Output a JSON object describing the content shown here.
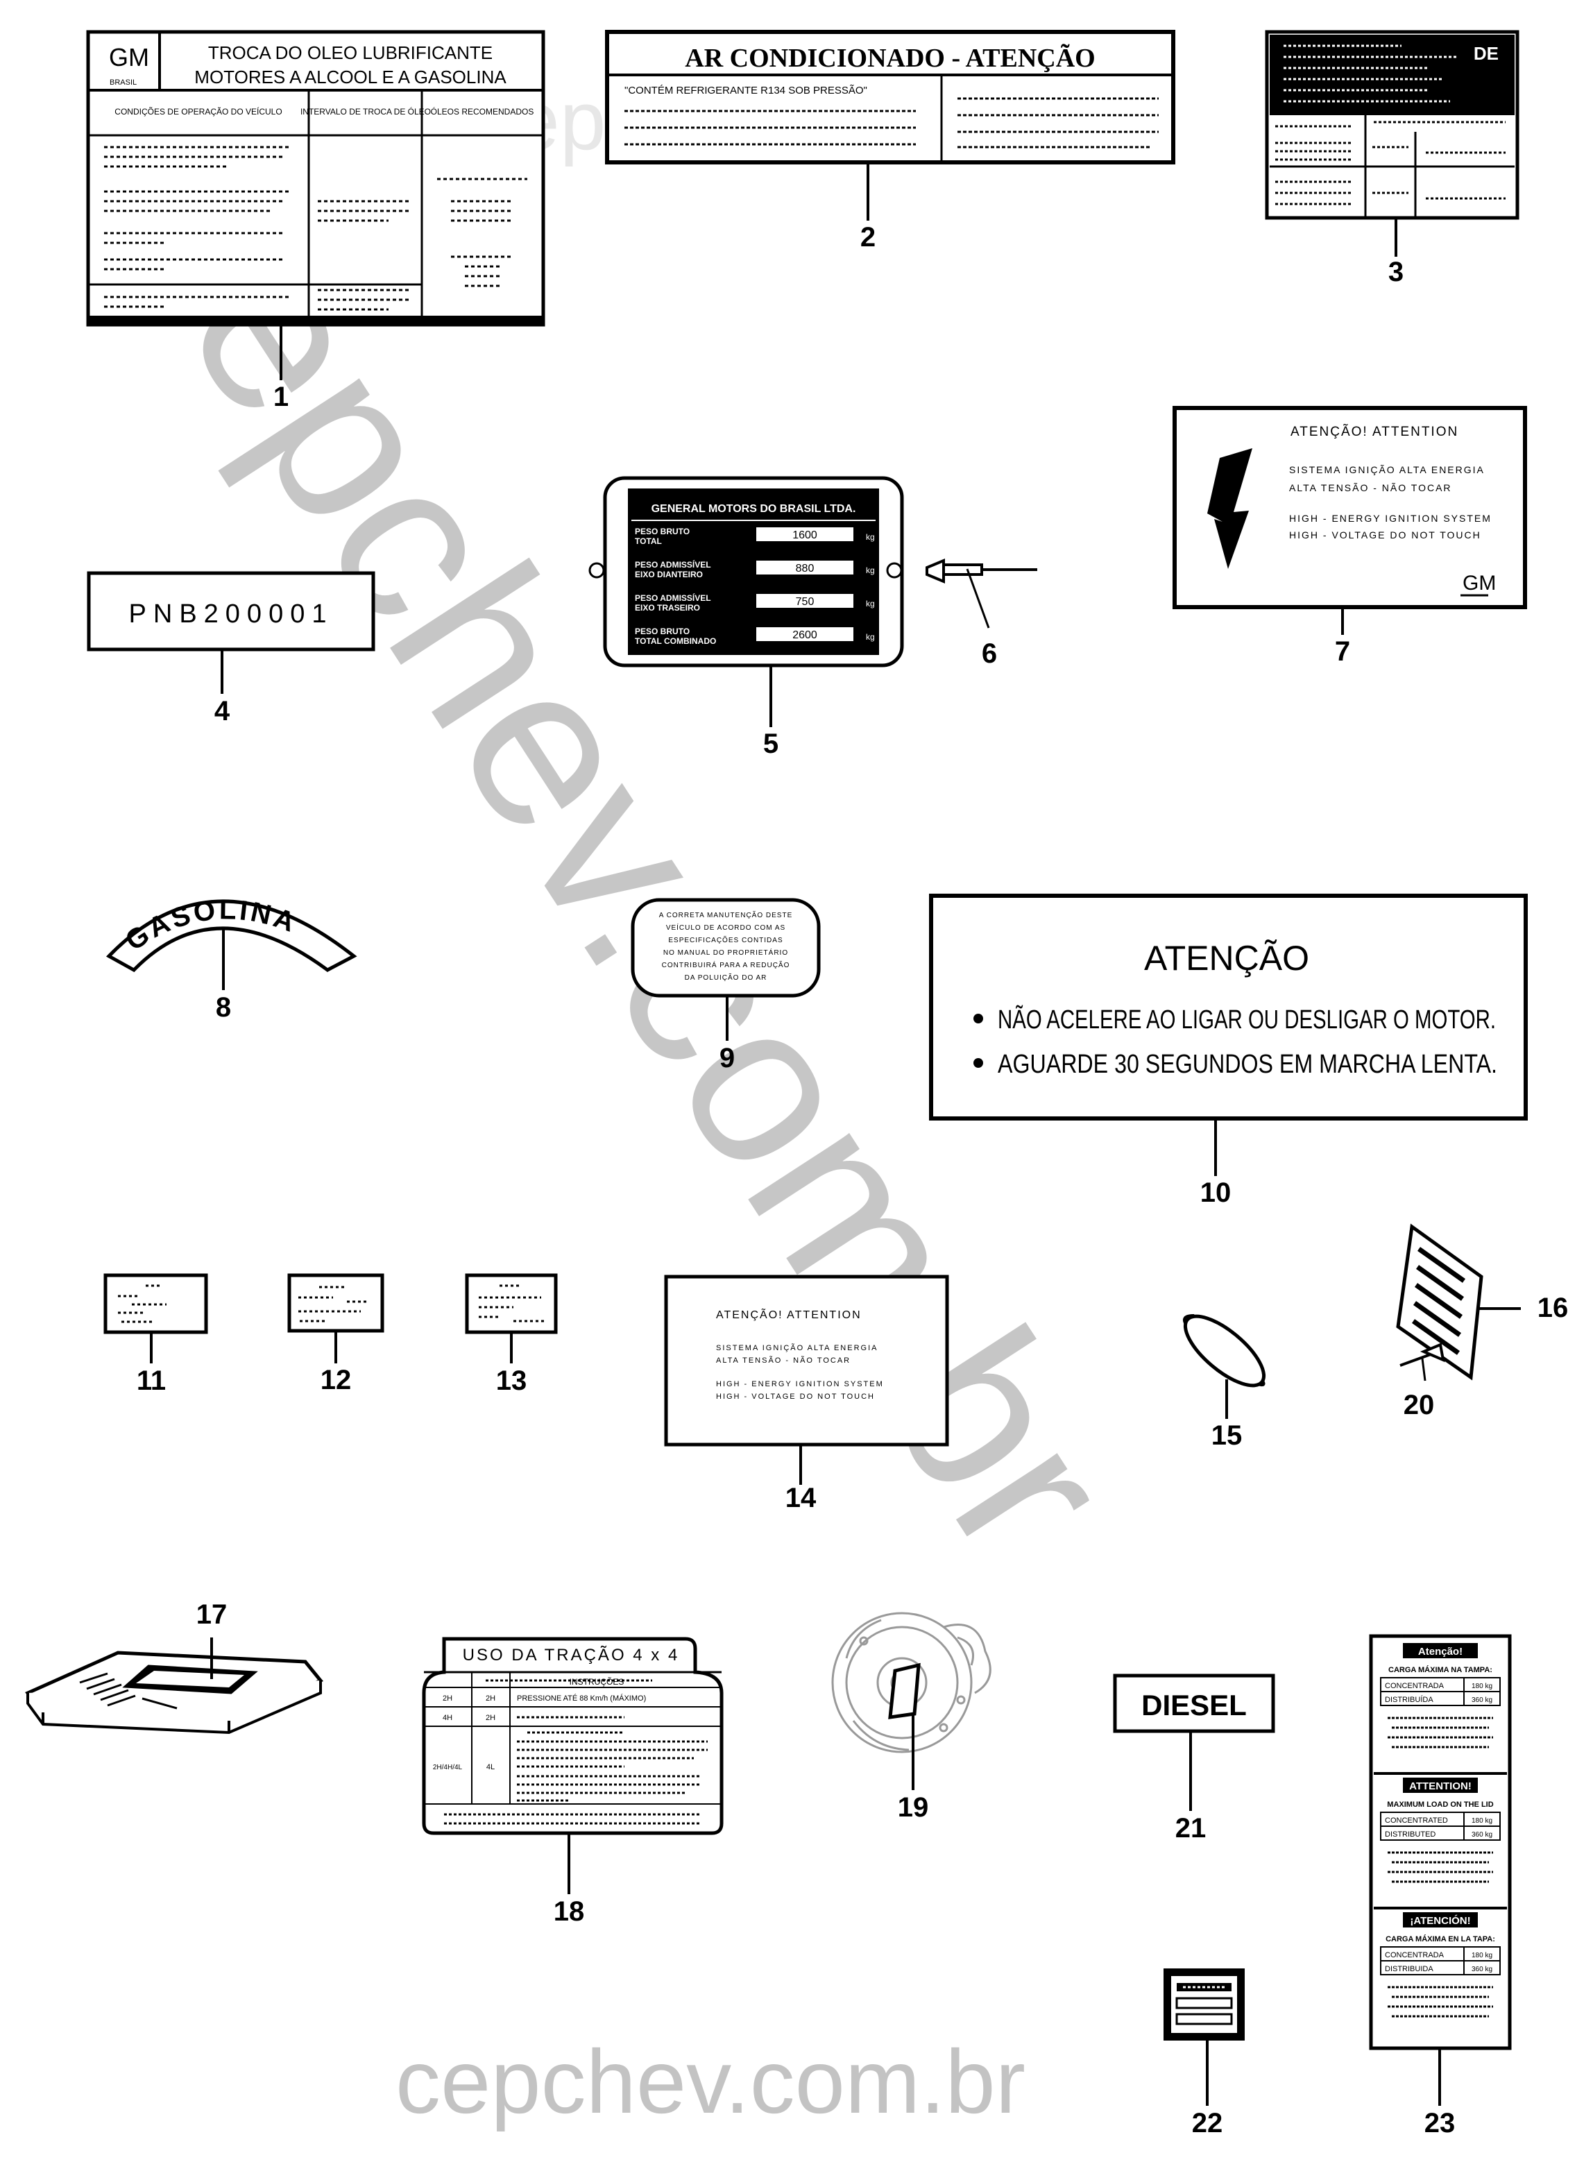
{
  "watermark": {
    "diagonal": "cepchev.com.br",
    "footer": "cepchev.com.br",
    "header": "cepchev.com.br"
  },
  "callouts": [
    "1",
    "2",
    "3",
    "4",
    "5",
    "6",
    "7",
    "8",
    "9",
    "10",
    "11",
    "12",
    "13",
    "14",
    "15",
    "16",
    "17",
    "18",
    "19",
    "20",
    "21",
    "22",
    "23"
  ],
  "label1": {
    "brand": "GM",
    "brand_sub": "BRASIL",
    "title_line1": "TROCA DO OLEO LUBRIFICANTE",
    "title_line2": "MOTORES A ALCOOL E A GASOLINA",
    "col1": "CONDIÇÕES DE OPERAÇÃO DO VEÍCULO",
    "col2": "INTERVALO DE TROCA DE ÓLEO",
    "col3": "ÓLEOS RECOMENDADOS"
  },
  "label2": {
    "title": "AR CONDICIONADO - ATENÇÃO",
    "line1": "\"CONTÉM REFRIGERANTE R134 SOB PRESSÃO\""
  },
  "label3": {
    "tag": "DE"
  },
  "label4": {
    "code": "PNB200001"
  },
  "label5": {
    "company": "GENERAL MOTORS DO BRASIL LTDA.",
    "rows": [
      {
        "label": "PESO BRUTO TOTAL",
        "value": "1600",
        "unit": "kg"
      },
      {
        "label": "PESO ADMISSÍVEL EIXO DIANTEIRO",
        "value": "880",
        "unit": "kg"
      },
      {
        "label": "PESO ADMISSÍVEL EIXO TRASEIRO",
        "value": "750",
        "unit": "kg"
      },
      {
        "label": "PESO BRUTO TOTAL COMBINADO",
        "value": "2600",
        "unit": "kg"
      }
    ]
  },
  "label7": {
    "title": "ATENÇÃO! ATTENTION",
    "line1": "SISTEMA IGNIÇÃO ALTA ENERGIA",
    "line2": "ALTA TENSÃO - NÃO TOCAR",
    "line3": "HIGH - ENERGY IGNITION SYSTEM",
    "line4": "HIGH - VOLTAGE DO NOT TOUCH",
    "brand": "GM"
  },
  "label8": {
    "text": "GASOLINA"
  },
  "label9": {
    "lines": [
      "A CORRETA MANUTENÇÃO DESTE",
      "VEÍCULO DE ACORDO COM AS",
      "ESPECIFICAÇÕES CONTIDAS",
      "NO MANUAL DO PROPRIETÁRIO",
      "CONTRIBUIRÁ PARA A REDUÇÃO",
      "DA POLUIÇÃO DO AR"
    ]
  },
  "label10": {
    "title": "ATENÇÃO",
    "bullet1": "NÃO ACELERE AO LIGAR OU DESLIGAR O MOTOR.",
    "bullet2": "AGUARDE 30 SEGUNDOS EM MARCHA LENTA."
  },
  "label14": {
    "title": "ATENÇÃO! ATTENTION",
    "line1": "SISTEMA IGNIÇÃO ALTA ENERGIA",
    "line2": "ALTA TENSÃO - NÃO TOCAR",
    "line3": "HIGH - ENERGY IGNITION SYSTEM",
    "line4": "HIGH - VOLTAGE DO NOT TOUCH"
  },
  "label18": {
    "title": "USO DA TRAÇÃO 4 x 4",
    "header": "INSTRUÇÕES",
    "r1a": "2H",
    "r1b": "2H",
    "r2a": "4H",
    "r2b": "2H",
    "r3a": "2H/4H/4L",
    "r3b": "4L",
    "ok_text": "PRESSIONE ATÉ 88 Km/h (MÁXIMO)"
  },
  "label21": {
    "text": "DIESEL"
  },
  "label23": {
    "s1_title": "Atenção!",
    "s1_sub": "CARGA MÁXIMA NA TAMPA:",
    "s1_r1": "CONCENTRADA",
    "s1_v1": "180 kg",
    "s1_r2": "DISTRIBUÍDA",
    "s1_v2": "360 kg",
    "s2_title": "ATTENTION!",
    "s2_sub": "MAXIMUM LOAD ON THE LID",
    "s2_r1": "CONCENTRATED",
    "s2_v1": "180 kg",
    "s2_r2": "DISTRIBUTED",
    "s2_v2": "360 kg",
    "s3_title": "¡ATENCIÓN!",
    "s3_sub": "CARGA MÁXIMA EN LA TAPA:",
    "s3_r1": "CONCENTRADA",
    "s3_v1": "180 kg",
    "s3_r2": "DISTRIBUIDA",
    "s3_v2": "360 kg"
  }
}
